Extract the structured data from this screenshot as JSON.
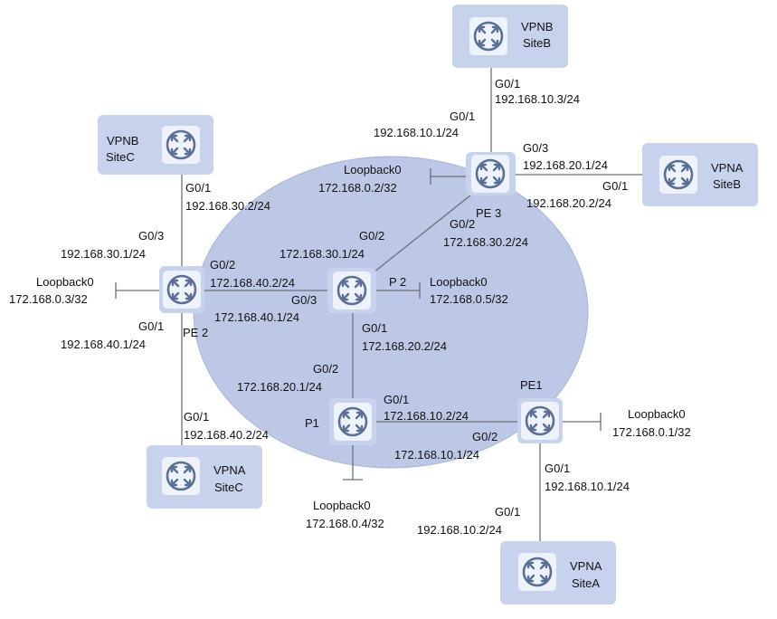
{
  "colors": {
    "core_fill": "#bcc8e6",
    "core_stroke": "#a7b4d6",
    "card_bg": "#c7d3ec",
    "icon_bg": "#eef3fb",
    "icon_ring": "#5c6f96",
    "link": "#6b6f7a"
  },
  "devices": {
    "pe1": {
      "name": "PE1",
      "icon": "router-icon"
    },
    "pe2": {
      "name": "PE 2",
      "icon": "router-icon"
    },
    "pe3": {
      "name": "PE 3",
      "icon": "router-icon"
    },
    "p1": {
      "name": "P1",
      "icon": "router-icon"
    },
    "p2": {
      "name": "P 2",
      "icon": "router-icon"
    }
  },
  "sites": {
    "vpnb_siteb": {
      "line1": "VPNB",
      "line2": "SiteB",
      "icon": "router-icon"
    },
    "vpnb_sitec": {
      "line1": "VPNB",
      "line2": "SiteC",
      "icon": "router-icon"
    },
    "vpna_siteb": {
      "line1": "VPNA",
      "line2": "SiteB",
      "icon": "router-icon"
    },
    "vpna_sitec": {
      "line1": "VPNA",
      "line2": "SiteC",
      "icon": "router-icon"
    },
    "vpna_sitea": {
      "line1": "VPNA",
      "line2": "SiteA",
      "icon": "router-icon"
    }
  },
  "labels": {
    "vpnb_siteb_if": "G0/1",
    "vpnb_siteb_ip": "192.168.10.3/24",
    "pe3_up_if": "G0/1",
    "pe3_up_ip": "192.168.10.1/24",
    "pe3_right_if": "G0/3",
    "pe3_right_ip": "192.168.20.1/24",
    "vpna_siteb_if": "G0/1",
    "vpna_siteb_ip": "192.168.20.2/24",
    "pe3_lo_name": "Loopback0",
    "pe3_lo_ip": "172.168.0.2/32",
    "pe3_down_if": "G0/2",
    "pe3_down_ip": "172.168.30.2/24",
    "vpnb_sitec_if": "G0/1",
    "vpnb_sitec_ip": "192.168.30.2/24",
    "pe2_up_if": "G0/3",
    "pe2_up_ip": "192.168.30.1/24",
    "pe2_lo_name": "Loopback0",
    "pe2_lo_ip": "172.168.0.3/32",
    "pe2_right_if": "G0/2",
    "pe2_right_ip": "172.168.40.2/24",
    "pe2_down_if": "G0/1",
    "pe2_down_ip": "192.168.40.1/24",
    "p2_up_if": "G0/2",
    "p2_up_ip": "172.168.30.1/24",
    "p2_left_if": "G0/3",
    "p2_left_ip": "172.168.40.1/24",
    "p2_lo_name": "Loopback0",
    "p2_lo_ip": "172.168.0.5/32",
    "p2_down_if": "G0/1",
    "p2_down_ip": "172.168.20.2/24",
    "p1_up_if": "G0/2",
    "p1_up_ip": "172.168.20.1/24",
    "p1_right_if": "G0/1",
    "p1_right_ip": "172.168.10.2/24",
    "p1_lo_name": "Loopback0",
    "p1_lo_ip": "172.168.0.4/32",
    "pe1_left_if": "G0/2",
    "pe1_left_ip": "172.168.10.1/24",
    "pe1_lo_name": "Loopback0",
    "pe1_lo_ip": "172.168.0.1/32",
    "pe1_down_if": "G0/1",
    "pe1_down_ip": "192.168.10.1/24",
    "vpna_sitec_if": "G0/1",
    "vpna_sitec_ip": "192.168.40.2/24",
    "vpna_sitea_if": "G0/1",
    "vpna_sitea_ip": "192.168.10.2/24"
  }
}
